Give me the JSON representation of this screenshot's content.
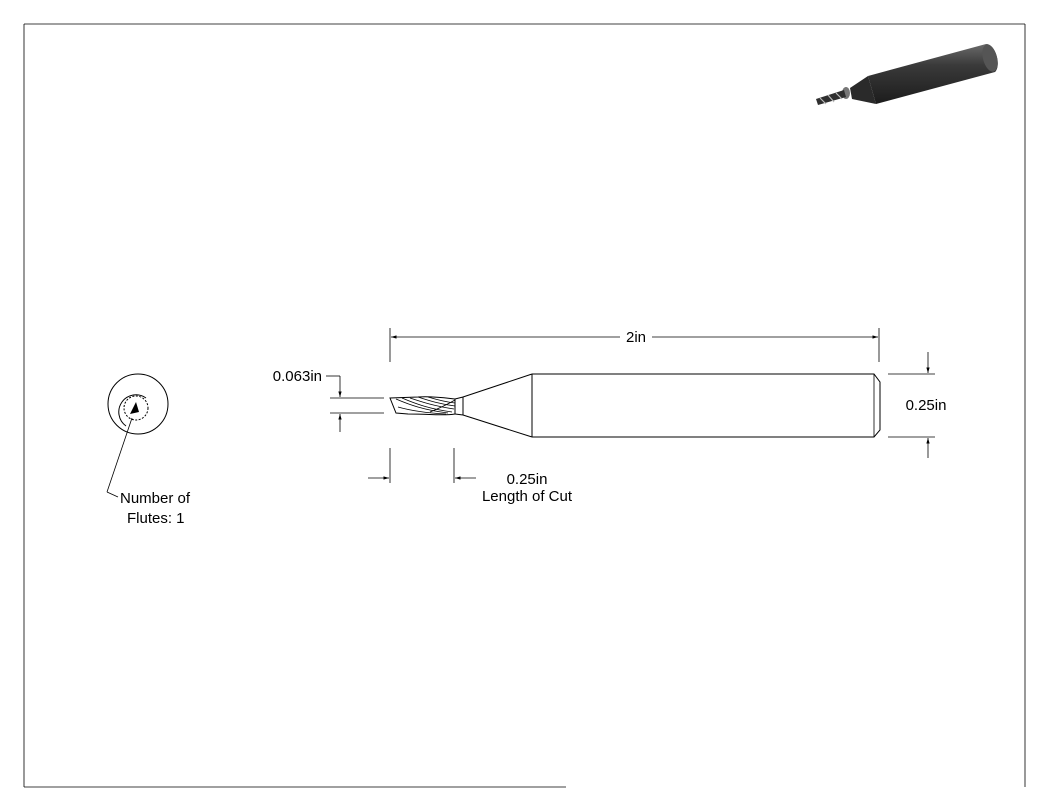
{
  "drawing": {
    "overall_length": "2in",
    "cutter_diameter": "0.063in",
    "shank_diameter": "0.25in",
    "length_of_cut_value": "0.25in",
    "length_of_cut_label": "Length of Cut",
    "flutes_line1": "Number of",
    "flutes_line2": "Flutes: 1"
  },
  "icons": {
    "preview": "end-mill-3d-preview-icon",
    "end_view": "end-view-icon"
  }
}
